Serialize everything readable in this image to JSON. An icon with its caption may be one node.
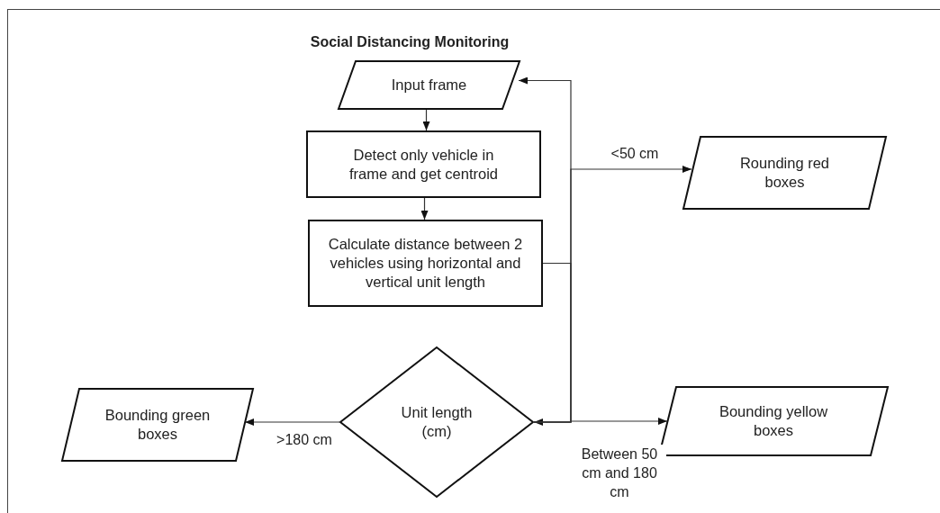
{
  "diagram": {
    "title": "Social Distancing Monitoring",
    "nodes": [
      {
        "text": [
          "Input frame"
        ]
      },
      {
        "text": [
          "Detect only vehicle in frame and get centroid"
        ]
      },
      {
        "text": [
          "Calculate distance between 2 vehicles using horizontal and vertical unit length"
        ]
      },
      {
        "text": [
          "Unit length (cm)"
        ]
      },
      {
        "text": [
          "Rounding red boxes"
        ]
      },
      {
        "text": [
          "Bounding green boxes"
        ]
      },
      {
        "text": [
          "Bounding yellow boxes"
        ]
      }
    ],
    "edges": [
      {
        "from": 0,
        "to": 1,
        "arrow": "to"
      },
      {
        "from": 1,
        "to": 2,
        "arrow": "to"
      },
      {
        "from": 2,
        "to": 3,
        "arrow": "to"
      },
      {
        "from": 3,
        "to": 0,
        "arrow": "to"
      },
      {
        "from": 3,
        "to": 4,
        "arrow": "to",
        "label": "<50 cm"
      },
      {
        "from": 3,
        "to": 5,
        "arrow": "to",
        "label": ">180 cm"
      },
      {
        "from": 3,
        "to": 6,
        "arrow": "to",
        "label": "Between 50 cm and 180 cm"
      }
    ]
  }
}
